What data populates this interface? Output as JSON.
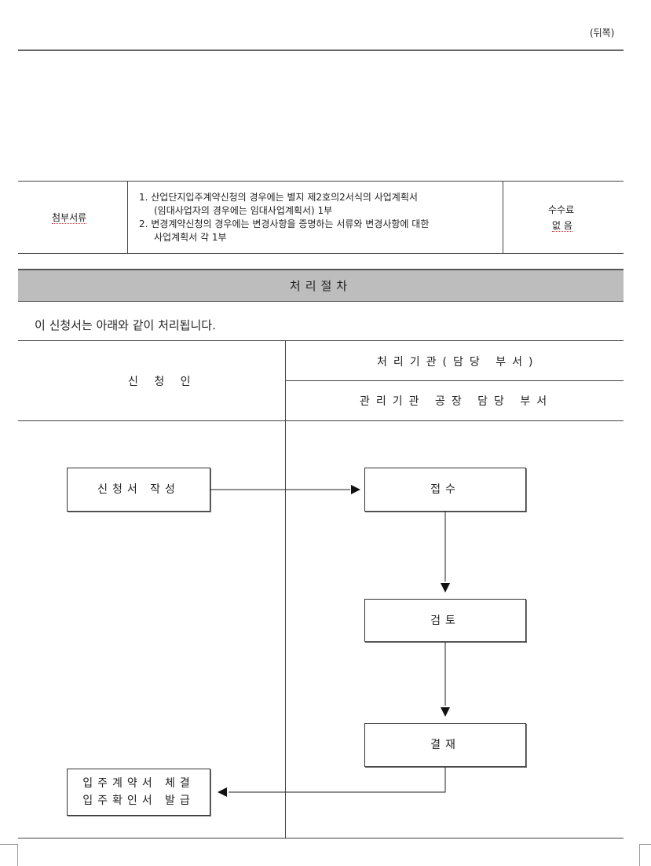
{
  "page": {
    "side_label": "(뒤쪽)"
  },
  "attachments": {
    "label": "첨부서류",
    "items": [
      "1. 산업단지입주계약신청의 경우에는 별지 제2호의2서식의 사업계획서",
      "(임대사업자의 경우에는 임대사업계획서) 1부",
      "2. 변경계약신청의 경우에는 변경사항을 증명하는 서류와 변경사항에 대한",
      "사업계획서 각 1부"
    ],
    "fee_label": "수수료",
    "fee_value": "없 음"
  },
  "procedure": {
    "title": "처리절차",
    "intro": "이 신청서는 아래와 같이 처리됩니다.",
    "applicant_header": "신 청 인",
    "agency_header": "처리기관(담당 부서)",
    "agency_subheader": "관리기관 공장 담당 부서",
    "steps": {
      "write": "신청서 작성",
      "receive": "접수",
      "review": "검토",
      "approve": "결재",
      "result_line1": "입주계약서 체결",
      "result_line2": "입주확인서 발급"
    }
  }
}
